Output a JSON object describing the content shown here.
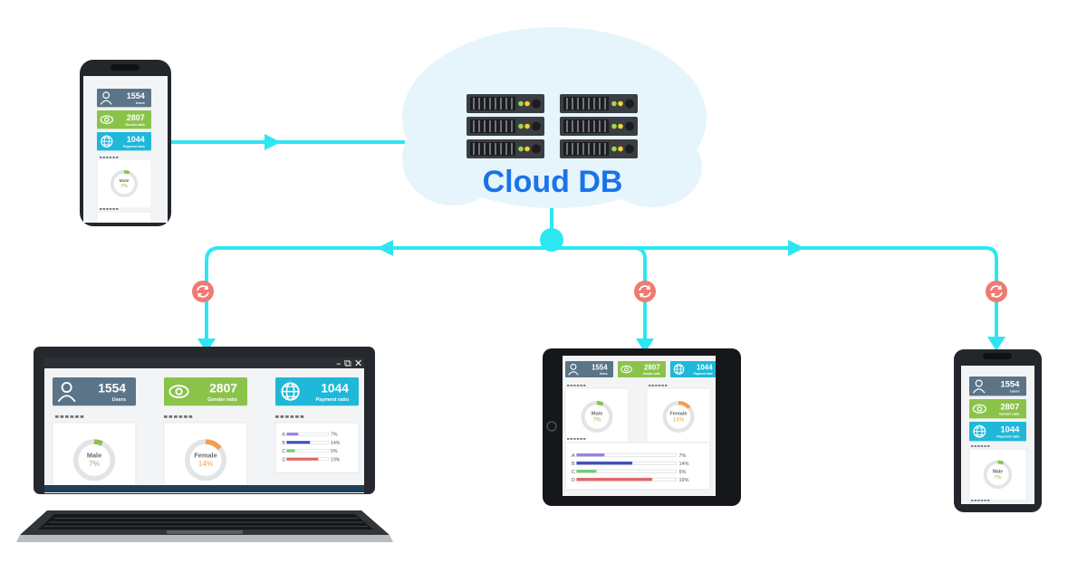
{
  "cloud": {
    "label": "Cloud DB"
  },
  "stats": [
    {
      "value": "1554",
      "label": "Users",
      "color": "#5b7488",
      "icon": "user-icon"
    },
    {
      "value": "2807",
      "label": "Gender ratio",
      "color": "#8bc34a",
      "icon": "eye-icon"
    },
    {
      "value": "1044",
      "label": "Payment ratio",
      "color": "#1fb8d8",
      "icon": "globe-icon"
    }
  ],
  "donuts": [
    {
      "label": "Male",
      "percent": "7%",
      "value": 0.07,
      "color": "#8bc34a"
    },
    {
      "label": "Female",
      "percent": "14%",
      "value": 0.14,
      "color": "#f0a050"
    }
  ],
  "bars": [
    {
      "label": "A",
      "value": "7%",
      "color": "#9b7fe0"
    },
    {
      "label": "B",
      "value": "14%",
      "color": "#3d4fb8"
    },
    {
      "label": "C",
      "value": "5%",
      "color": "#6fcf6f"
    },
    {
      "label": "D",
      "value": "19%",
      "color": "#e06666"
    }
  ],
  "colors": {
    "connector": "#2ee6f2",
    "sync": "#f07a72",
    "cloud": "#e6f4fb",
    "cloud_text": "#1a73e8"
  }
}
